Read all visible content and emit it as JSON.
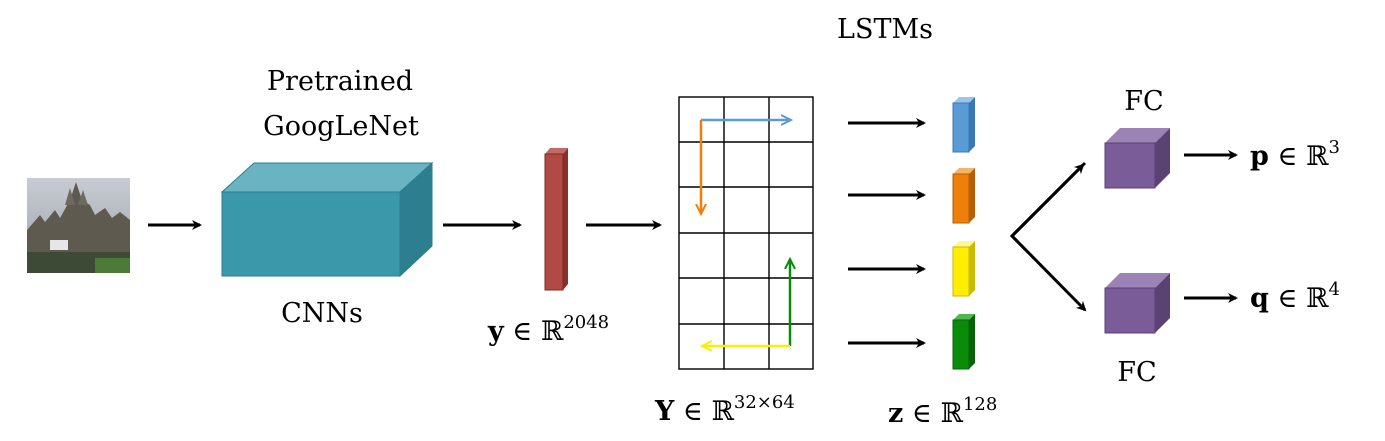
{
  "labels": {
    "pretrained_line1": "Pretrained",
    "pretrained_line2": "GoogLeNet",
    "cnns": "CNNs",
    "lstms": "LSTMs",
    "fc_top": "FC",
    "fc_bottom": "FC"
  },
  "math": {
    "y": {
      "var": "y",
      "rel": " ∈ ",
      "set": "ℝ",
      "sup": "2048"
    },
    "Y": {
      "var": "Y",
      "rel": " ∈ ",
      "set": "ℝ",
      "sup": "32×64"
    },
    "z": {
      "var": "z",
      "rel": " ∈ ",
      "set": "ℝ",
      "sup": "128"
    },
    "p": {
      "var": "p",
      "rel": " ∈ ",
      "set": "ℝ",
      "sup": "3"
    },
    "q": {
      "var": "q",
      "rel": " ∈ ",
      "set": "ℝ",
      "sup": "4"
    }
  },
  "colors": {
    "cnn_box": "#3a98aa",
    "feature_vector": "#b14a44",
    "lstm_blue": "#5b9bd5",
    "lstm_orange": "#ee7f0b",
    "lstm_yellow": "#ffee00",
    "lstm_green": "#0a8c0a",
    "fc_box": "#7a5c99"
  }
}
